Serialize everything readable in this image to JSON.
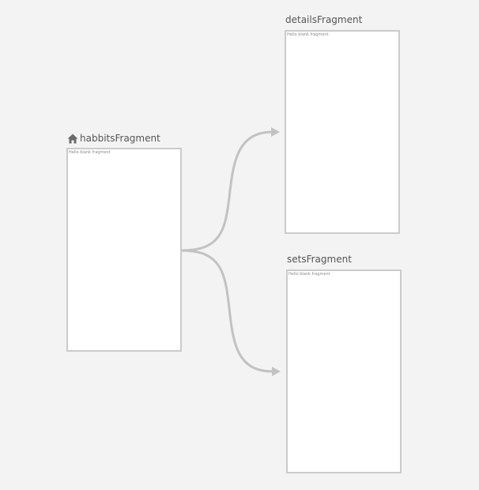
{
  "navigation_graph": {
    "start_icon": "home-icon",
    "colors": {
      "background": "#f3f3f3",
      "frame_fill": "#ffffff",
      "frame_border": "#cbcbcb",
      "connector": "#c2c2c2",
      "title_text": "#555555",
      "icon": "#6b6b6b"
    },
    "destinations": [
      {
        "id": "habbits",
        "title": "habbitsFragment",
        "preview_text": "Hello blank fragment",
        "is_start": true
      },
      {
        "id": "details",
        "title": "detailsFragment",
        "preview_text": "Hello blank fragment",
        "is_start": false
      },
      {
        "id": "sets",
        "title": "setsFragment",
        "preview_text": "Hello blank fragment",
        "is_start": false
      }
    ],
    "actions": [
      {
        "from": "habbitsFragment",
        "to": "detailsFragment"
      },
      {
        "from": "habbitsFragment",
        "to": "setsFragment"
      }
    ]
  }
}
